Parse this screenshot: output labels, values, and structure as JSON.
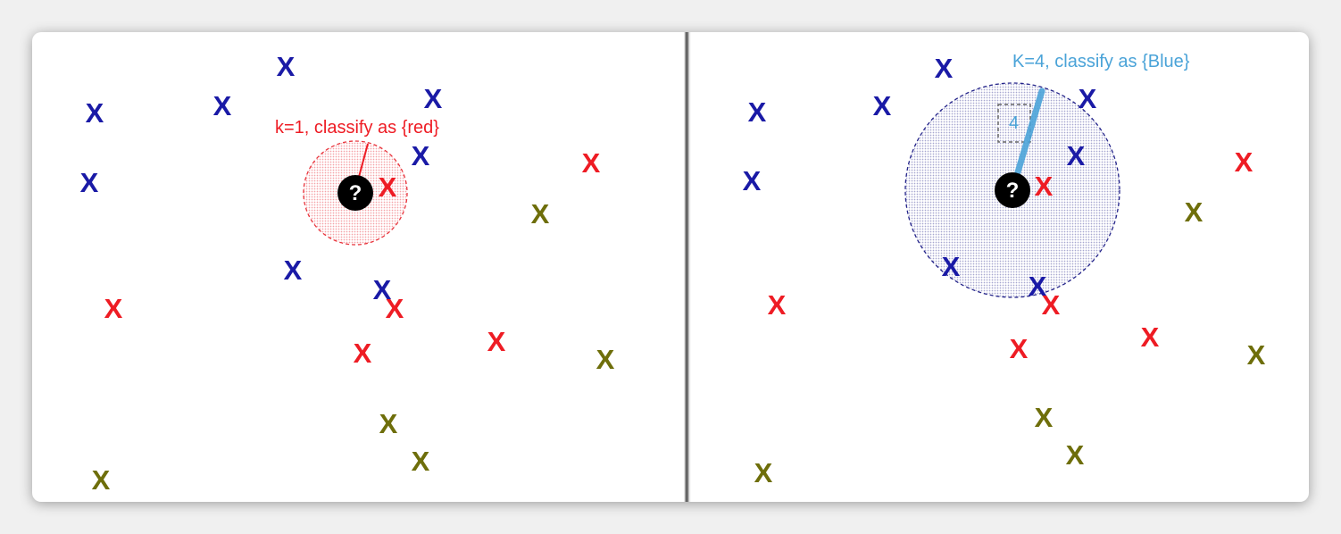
{
  "left_panel": {
    "annotation": "k=1, classify as {red}",
    "query_symbol": "?",
    "colors": {
      "blue": "#1a1aa6",
      "red": "#ee1c24",
      "olive": "#6e6e0a",
      "circle": "#e8343c"
    }
  },
  "right_panel": {
    "annotation": "K=4, classify as {Blue}",
    "k_number": "4",
    "query_symbol": "?",
    "colors": {
      "blue": "#1a1aa6",
      "red": "#ee1c24",
      "olive": "#6e6e0a",
      "circle": "#24248a",
      "radius_line": "#4aa3d8"
    }
  },
  "marker_symbol": "X"
}
